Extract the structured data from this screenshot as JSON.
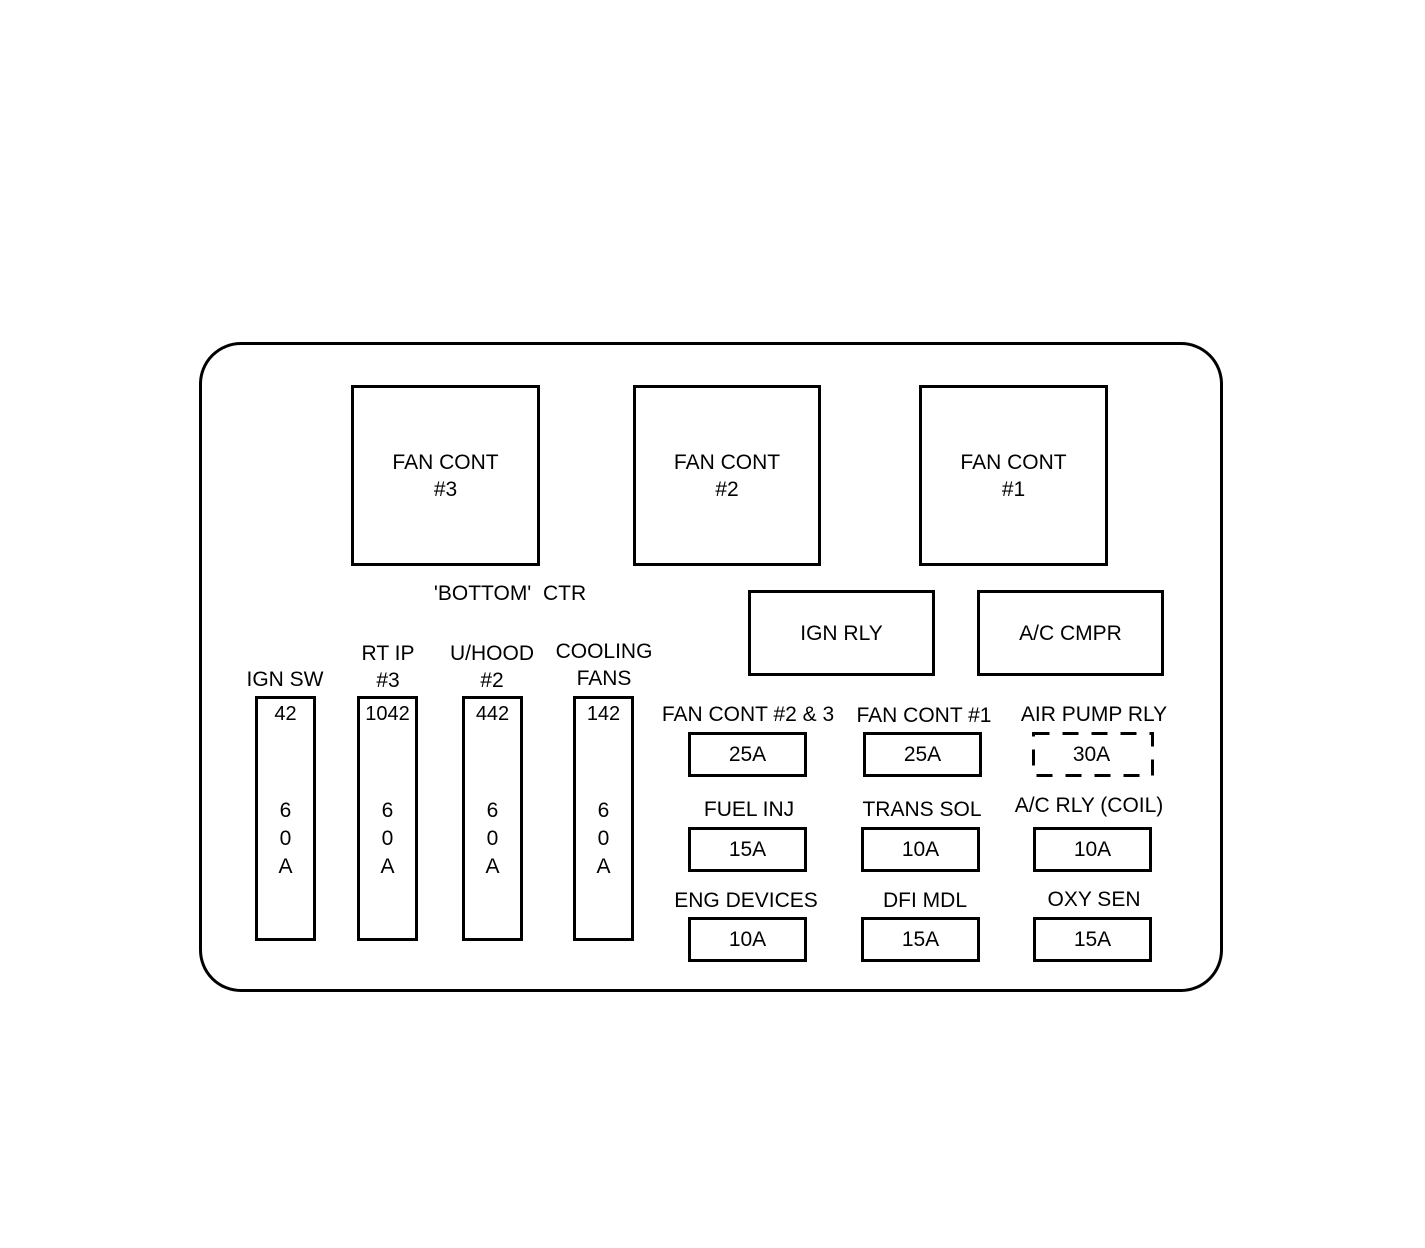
{
  "relays": {
    "fan_cont_3": [
      "FAN CONT",
      "#3"
    ],
    "fan_cont_2": [
      "FAN CONT",
      "#2"
    ],
    "fan_cont_1": [
      "FAN CONT",
      "#1"
    ],
    "ign_rly": "IGN RLY",
    "ac_cmpr": "A/C CMPR"
  },
  "bottom_ctr_label": "'BOTTOM'  CTR",
  "maxi_fuses": [
    {
      "label": [
        "IGN SW"
      ],
      "code": "42",
      "amp": [
        "6",
        "0",
        "A"
      ]
    },
    {
      "label": [
        "RT IP",
        "#3"
      ],
      "code": "1042",
      "amp": [
        "6",
        "0",
        "A"
      ]
    },
    {
      "label": [
        "U/HOOD",
        "#2"
      ],
      "code": "442",
      "amp": [
        "6",
        "0",
        "A"
      ]
    },
    {
      "label": [
        "COOLING",
        "FANS"
      ],
      "code": "142",
      "amp": [
        "6",
        "0",
        "A"
      ]
    }
  ],
  "mini_fuses": [
    {
      "label": "FAN CONT #2 & 3",
      "amp": "25A"
    },
    {
      "label": "FAN CONT #1",
      "amp": "25A"
    },
    {
      "label": "AIR PUMP RLY",
      "amp": "30A"
    },
    {
      "label": "FUEL INJ",
      "amp": "15A"
    },
    {
      "label": "TRANS SOL",
      "amp": "10A"
    },
    {
      "label": "A/C RLY (COIL)",
      "amp": "10A"
    },
    {
      "label": "ENG DEVICES",
      "amp": "10A"
    },
    {
      "label": "DFI MDL",
      "amp": "15A"
    },
    {
      "label": "OXY SEN",
      "amp": "15A"
    }
  ]
}
